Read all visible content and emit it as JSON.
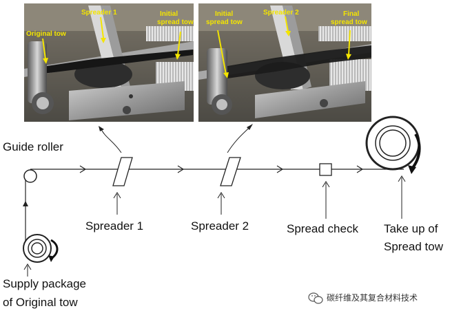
{
  "photos": {
    "left": {
      "labels": [
        "Spreader 1",
        "Initial",
        "spread tow",
        "Original tow"
      ]
    },
    "right": {
      "labels": [
        "Initial",
        "spread tow",
        "Spreader 2",
        "Final",
        "spread tow"
      ]
    }
  },
  "diagram": {
    "guide_roller": "Guide roller",
    "spreader_1": "Spreader 1",
    "spreader_2": "Spreader 2",
    "spread_check": "Spread check",
    "take_up": [
      "Take up of",
      "Spread tow"
    ],
    "supply": [
      "Supply package",
      "of Original tow"
    ]
  },
  "watermark": {
    "text": "碳纤维及其复合材料技术",
    "icon": "wechat-icon"
  },
  "colors": {
    "label_yellow": "#f4e500",
    "line": "#222222"
  }
}
